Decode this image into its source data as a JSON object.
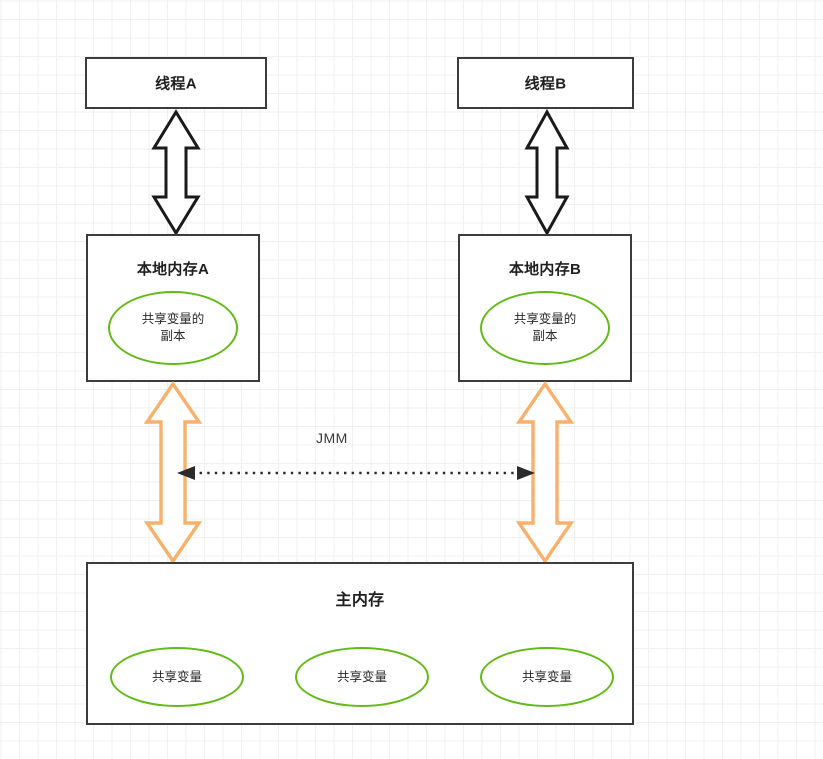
{
  "diagram": {
    "title_text": "JMM",
    "nodes": {
      "thread_a": {
        "label": "线程A"
      },
      "thread_b": {
        "label": "线程B"
      },
      "local_memory_a": {
        "label": "本地内存A",
        "variable": "共享变量的\n副本"
      },
      "local_memory_b": {
        "label": "本地内存B",
        "variable": "共享变量的\n副本"
      },
      "main_memory": {
        "label": "主内存",
        "variables": [
          "共享变量",
          "共享变量",
          "共享变量"
        ]
      }
    },
    "connectors": {
      "thread_a_to_local_a": {
        "style": "double-block-arrow",
        "color": "#1a1a1a"
      },
      "thread_b_to_local_b": {
        "style": "double-block-arrow",
        "color": "#1a1a1a"
      },
      "local_a_to_main": {
        "style": "double-block-arrow",
        "color": "#F8B06A"
      },
      "local_b_to_main": {
        "style": "double-block-arrow",
        "color": "#F8B06A"
      },
      "jmm_span": {
        "style": "dotted-double-arrow",
        "color": "#3a3a3a",
        "label": "JMM"
      }
    },
    "colors": {
      "box_border": "#3c3c3c",
      "ellipse_border": "#62BB15",
      "orange_arrow": "#F8B06A",
      "black_arrow": "#1a1a1a",
      "grid_line": "#f0f0f0",
      "background": "#ffffff"
    }
  }
}
